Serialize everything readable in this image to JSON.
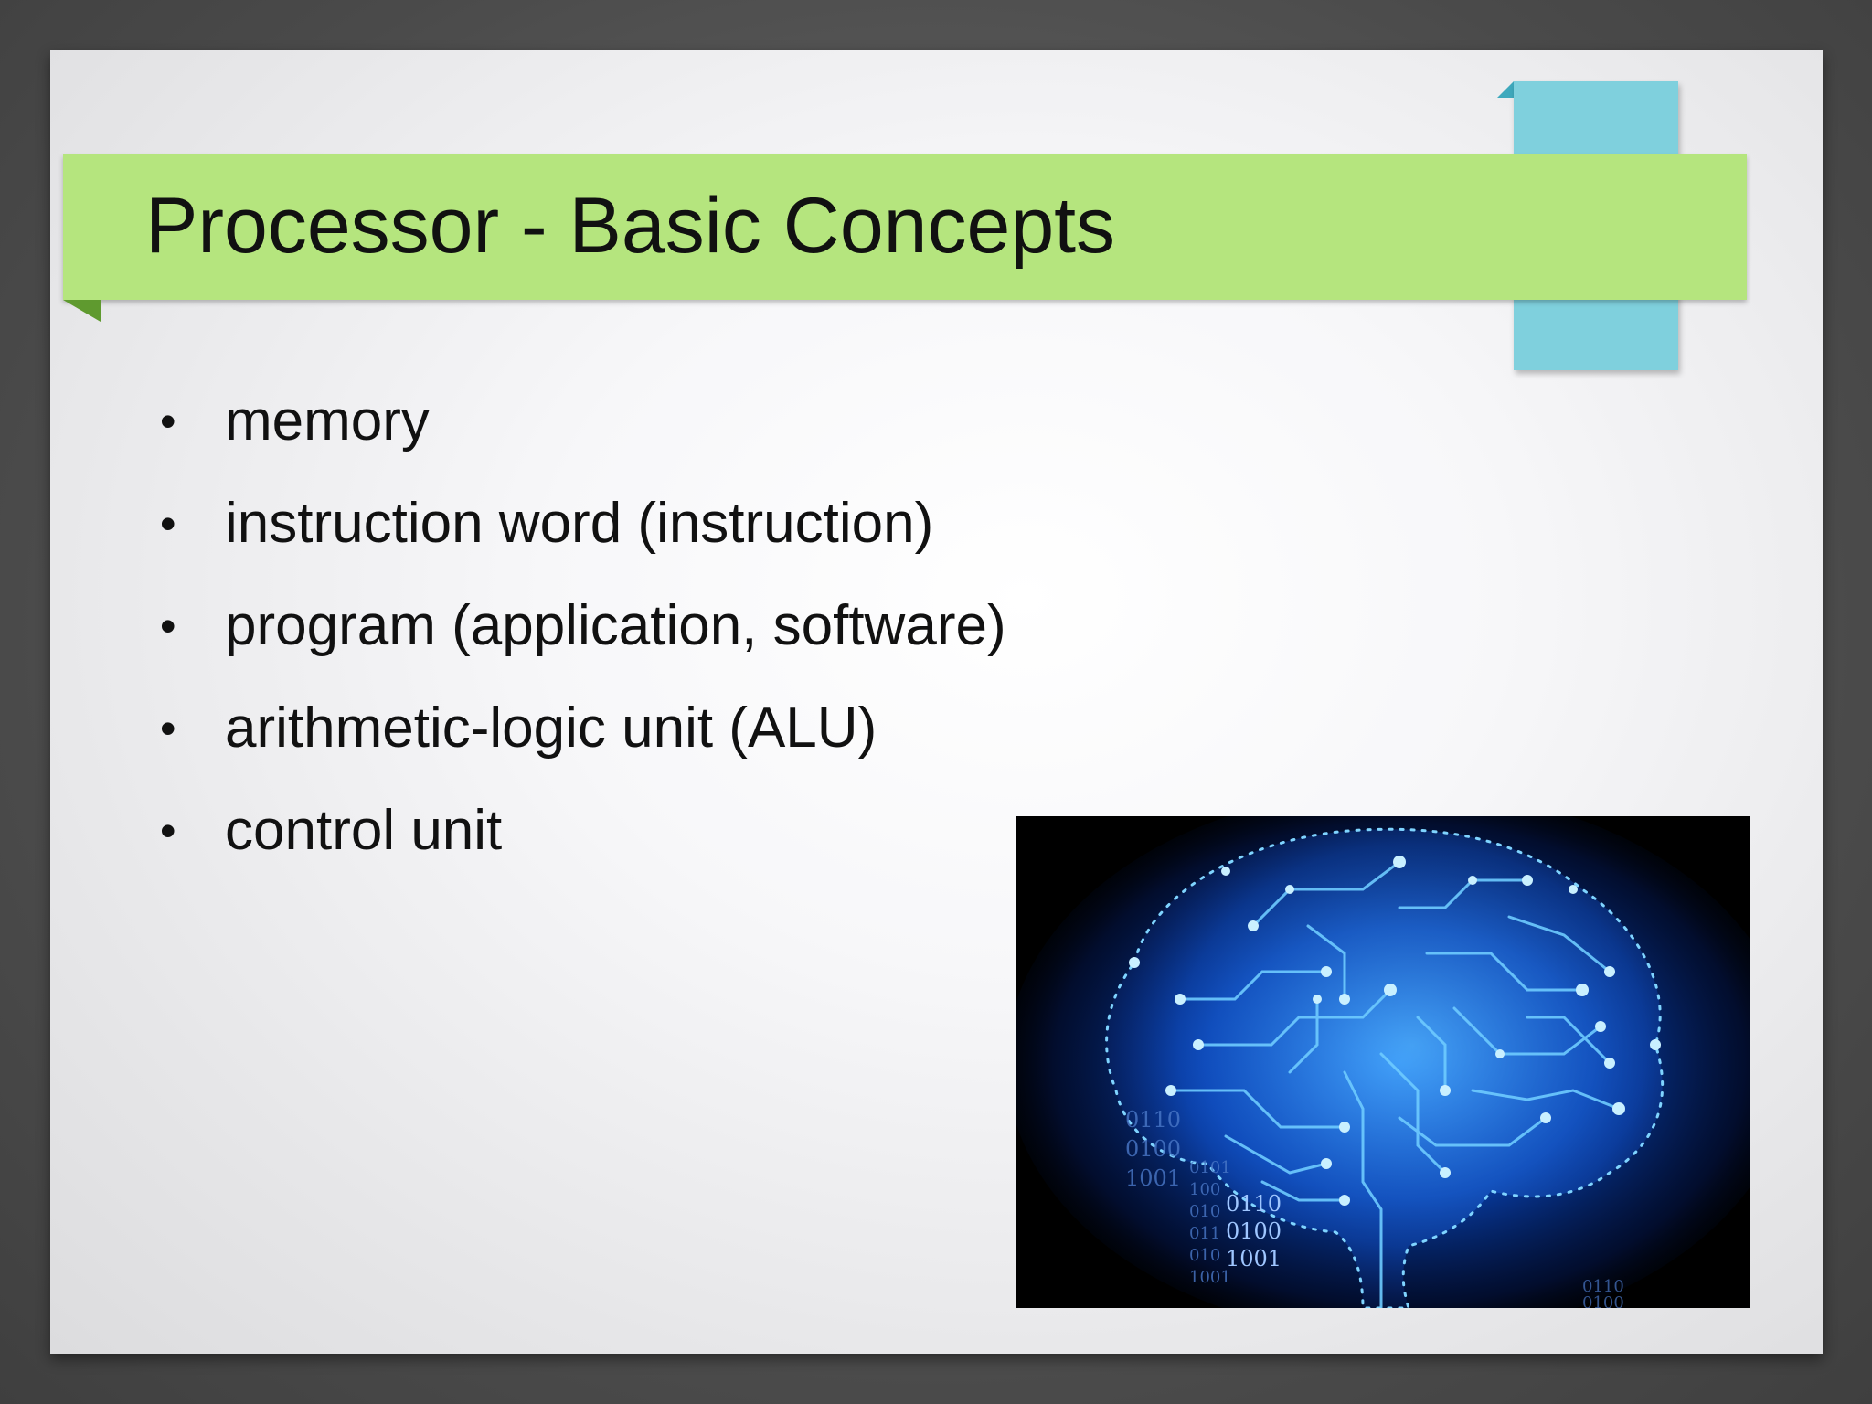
{
  "slide": {
    "title": "Processor - Basic Concepts",
    "bullets": [
      "memory",
      "instruction word (instruction)",
      "program (application, software)",
      "arithmetic-logic unit (ALU)",
      "control unit"
    ],
    "bullet_glyph": "•",
    "image": {
      "binary_text": [
        "0110",
        "0100",
        "1001",
        "0101",
        "100",
        "010",
        "011",
        "010",
        "1001"
      ],
      "binary_text_front": [
        "0110",
        "0100",
        "1001"
      ],
      "binary_text_right": [
        "0110",
        "0100"
      ]
    },
    "colors": {
      "title_band": "#b5e57e",
      "accent_tab": "#7fd0dd",
      "image_glow": "#1e7bff"
    }
  }
}
